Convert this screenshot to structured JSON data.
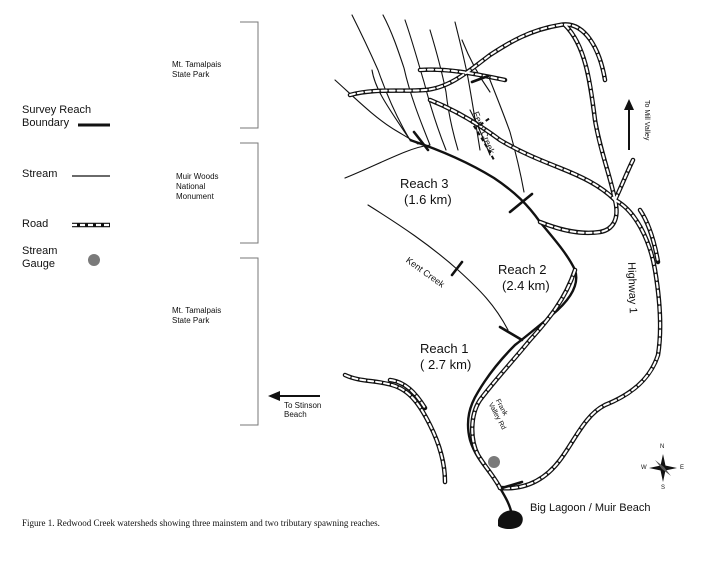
{
  "legend": {
    "survey_reach_boundary": "Survey Reach\nBoundary",
    "stream": "Stream",
    "road": "Road",
    "stream_gauge": "Stream\nGauge"
  },
  "parks": {
    "mt_tamalpais_top": "Mt. Tamalpais\nState Park",
    "muir_woods": "Muir Woods\nNational\nMonument",
    "mt_tamalpais_bottom": "Mt. Tamalpais\nState Park"
  },
  "reaches": {
    "reach3_name": "Reach 3",
    "reach3_length": "(1.6 km)",
    "reach2_name": "Reach 2",
    "reach2_length": "(2.4 km)",
    "reach1_name": "Reach 1",
    "reach1_length": "( 2.7 km)"
  },
  "place_labels": {
    "fern_creek": "Fern Creek",
    "kent_creek": "Kent Creek",
    "highway_1": "Highway 1",
    "frank_valley_rd": "Frank\nValley Rd",
    "to_mill_valley": "To Mill Valley",
    "to_stinson_beach": "To Stinson\nBeach",
    "big_lagoon": "Big Lagoon / Muir Beach"
  },
  "compass": {
    "n": "N",
    "s": "S",
    "e": "E",
    "w": "W"
  },
  "caption": "Figure 1.  Redwood Creek watersheds showing three mainstem and two tributary spawning reaches.",
  "colors": {
    "ink": "#111111",
    "gauge": "#7a7a7a",
    "paper": "#ffffff"
  }
}
